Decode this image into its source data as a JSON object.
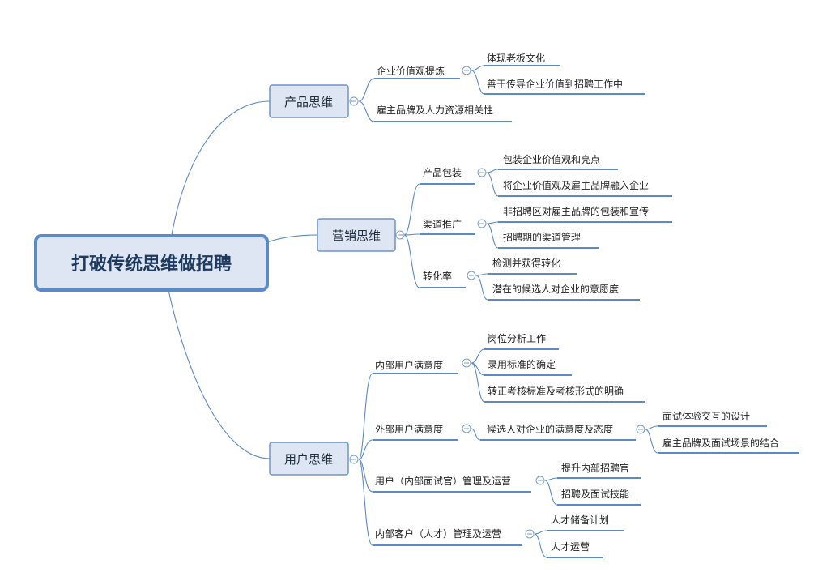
{
  "root": "打破传统思维做招聘",
  "branches": [
    {
      "label": "产品思维",
      "items": [
        {
          "label": "企业价值观提炼",
          "children": [
            "体现老板文化",
            "善于传导企业价值到招聘工作中"
          ]
        },
        {
          "label": "雇主品牌及人力资源相关性",
          "children": []
        }
      ]
    },
    {
      "label": "营销思维",
      "items": [
        {
          "label": "产品包装",
          "children": [
            "包装企业价值观和亮点",
            "将企业价值观及雇主品牌融入企业"
          ]
        },
        {
          "label": "渠道推广",
          "children": [
            "非招聘区对雇主品牌的包装和宣传",
            "招聘期的渠道管理"
          ]
        },
        {
          "label": "转化率",
          "children": [
            "检测并获得转化",
            "潜在的候选人对企业的意愿度"
          ]
        }
      ]
    },
    {
      "label": "用户思维",
      "items": [
        {
          "label": "内部用户满意度",
          "children": [
            "岗位分析工作",
            "录用标准的确定",
            "转正考核标准及考核形式的明确"
          ]
        },
        {
          "label": "外部用户满意度",
          "children": [
            "候选人对企业的满意度及态度"
          ],
          "sub": [
            "面试体验交互的设计",
            "雇主品牌及面试场景的结合"
          ]
        },
        {
          "label": "用户（内部面试官）管理及运营",
          "children": [
            "提升内部招聘官",
            "招聘及面试技能"
          ]
        },
        {
          "label": "内部客户（人才）管理及运营",
          "children": [
            "人才储备计划",
            "人才运营"
          ]
        }
      ]
    }
  ],
  "collapse_symbol": "⊖",
  "colors": {
    "line": "#5b8ac6",
    "root_border": "#5b8ac6",
    "root_fill": "#dde6f2",
    "box_border": "#6e94c6",
    "box_fill": "#dde6f2"
  }
}
